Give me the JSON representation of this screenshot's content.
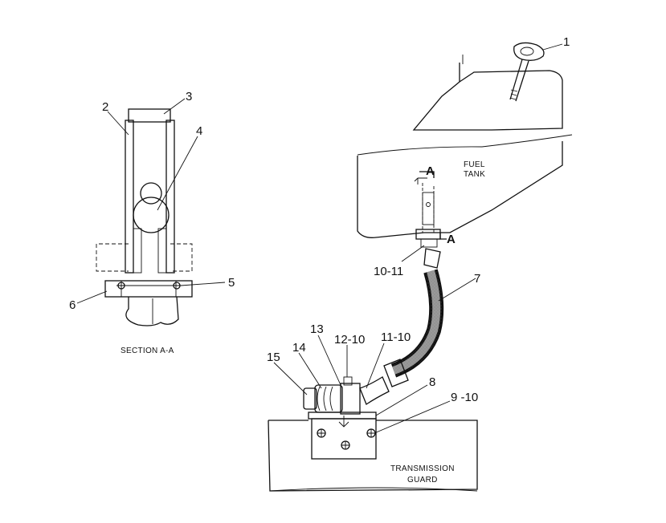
{
  "callouts": {
    "c1": "1",
    "c2": "2",
    "c3": "3",
    "c4": "4",
    "c5": "5",
    "c6": "6",
    "c7": "7",
    "c8": "8",
    "c9": "9 -10",
    "c10": "10-11",
    "c11": "11-10",
    "c12": "12-10",
    "c13": "13",
    "c14": "14",
    "c15": "15"
  },
  "labels": {
    "section": "SECTION  A-A",
    "fuel_tank_1": "FUEL",
    "fuel_tank_2": "TANK",
    "transmission_1": "TRANSMISSION",
    "transmission_2": "GUARD",
    "section_mark_top": "A",
    "section_mark_bottom": "A"
  }
}
